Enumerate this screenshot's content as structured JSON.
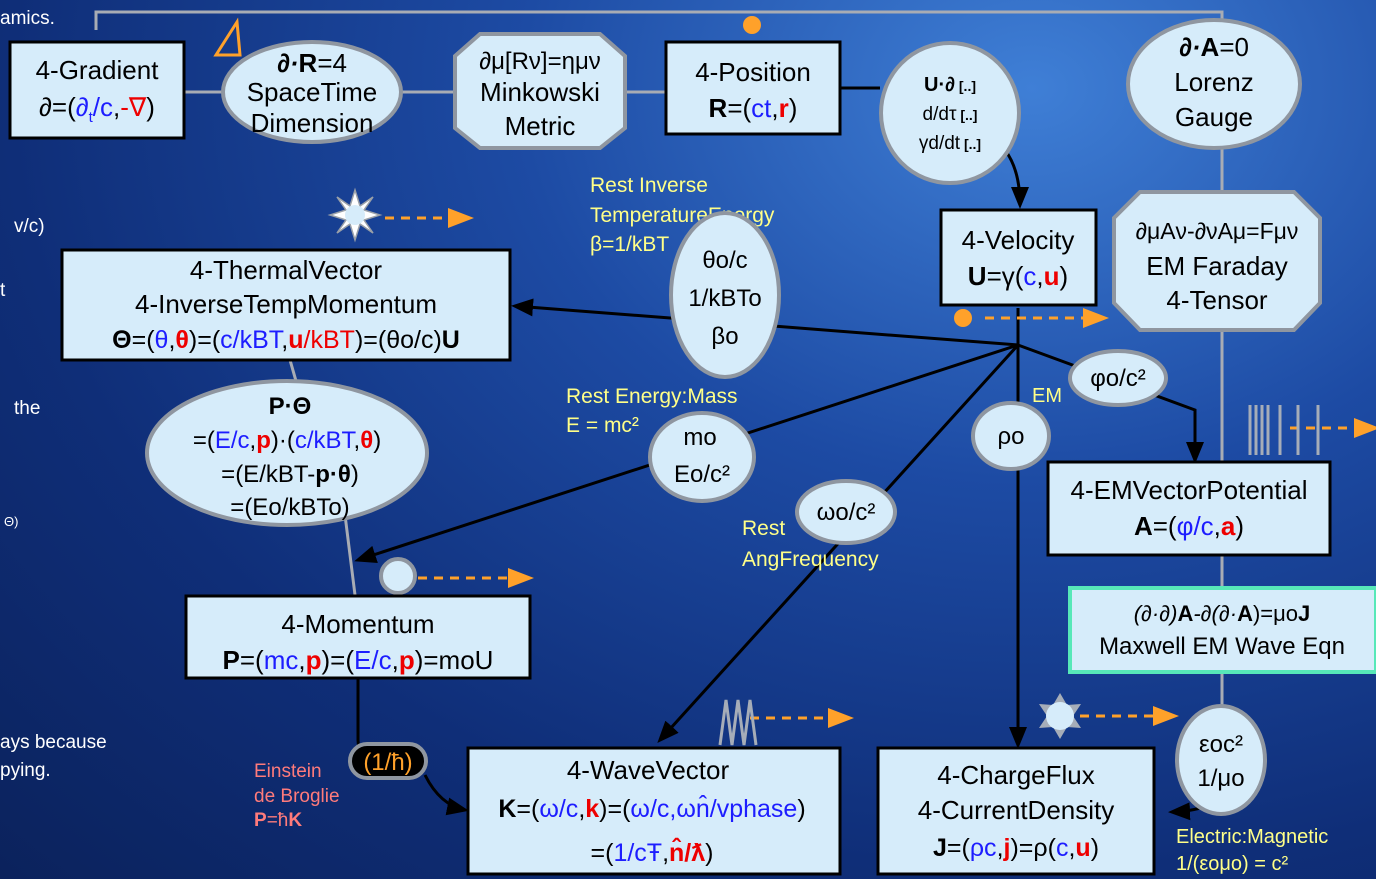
{
  "side_text": {
    "t1": "amics.",
    "t2": "v/c)",
    "t3": "t",
    "t4": "the",
    "t5": "Θ)",
    "t6": "ays because",
    "t7": "pying."
  },
  "gradient": {
    "l1": "4-Gradient",
    "l2a": "∂=(",
    "l2b": "∂",
    "l2c": "t",
    "l2d": "/c",
    "l2e": ",",
    "l2f": "-∇",
    "l2g": ")"
  },
  "spacetime": {
    "l1a": "∂·",
    "l1b": "R",
    "l1c": "=4",
    "l2": "SpaceTime",
    "l3": "Dimension"
  },
  "minkowski": {
    "l1": "∂μ[Rν]=ημν",
    "l2": "Minkowski",
    "l3": "Metric"
  },
  "position": {
    "l1": "4-Position",
    "l2a": "R",
    "l2b": "=(",
    "l2c": "ct",
    "l2d": ",",
    "l2e": "r",
    "l2f": ")"
  },
  "lorenz": {
    "l1a": "∂·",
    "l1b": "A",
    "l1c": "=0",
    "l2": "Lorenz",
    "l3": "Gauge"
  },
  "derivs": {
    "l1a": "U·∂",
    "l1b": " [..]",
    "l2a": "d/dτ",
    "l2b": " [..]",
    "l3a": "γd/dt",
    "l3b": " [..]"
  },
  "velocity": {
    "l1": "4-Velocity",
    "l2a": "U",
    "l2b": "=γ(",
    "l2c": "c",
    "l2d": ",",
    "l2e": "u",
    "l2f": ")"
  },
  "faraday": {
    "l1": "∂μAν-∂νAμ=Fμν",
    "l2": "EM Faraday",
    "l3": "4-Tensor"
  },
  "rest_inverse": {
    "l1": "Rest Inverse",
    "l2": "TemperatureEnergy",
    "l3": "β=1/kBT"
  },
  "theta_factor": {
    "l1": "θo/c",
    "l2": "1/kBTo",
    "l3": "βo"
  },
  "thermal": {
    "l1": "4-ThermalVector",
    "l2": "4-InverseTempMomentum",
    "l3": [
      "Θ",
      "=(",
      "θ",
      ",",
      "θ",
      ")=(",
      "c/kBT",
      ",",
      "u",
      "/kBT",
      ")=(θo/c)",
      "U"
    ]
  },
  "ptheta": {
    "l1": "P·Θ",
    "l2": [
      "=(",
      "E/c",
      ",",
      "p",
      ")·(",
      "c/kBT",
      ",",
      "θ",
      ")"
    ],
    "l3a": "=(E/kBT-",
    "l3b": "p·θ",
    "l3c": ")",
    "l4": "=(Eo/kBTo)"
  },
  "rest_energy": {
    "l1": "Rest Energy:Mass",
    "l2": "E = mc²"
  },
  "mass_factor": {
    "l1": "mo",
    "l2": "Eo/c²"
  },
  "em_label": "EM",
  "phi_factor": "φo/c²",
  "rho_factor": "ρo",
  "omega_factor": "ωo/c²",
  "rest_ang": {
    "l1": "Rest",
    "l2": "AngFrequency"
  },
  "emvector": {
    "l1": "4-EMVectorPotential",
    "l2a": "A",
    "l2b": "=(",
    "l2c": "φ/c",
    "l2d": ",",
    "l2e": "a",
    "l2f": ")"
  },
  "maxwell": {
    "l1a": "(∂·∂)",
    "l1b": "A",
    "l1c": "-∂(∂·",
    "l1d": "A",
    "l1e": ")=μo",
    "l1f": "J",
    "l2": "Maxwell EM Wave Eqn"
  },
  "momentum": {
    "l1": "4-Momentum",
    "l2": [
      "P",
      "=(",
      "mc",
      ",",
      "p",
      ")=(",
      "E/c",
      ",",
      "p",
      ")=moU"
    ]
  },
  "hbar_factor": "(1/ħ)",
  "einstein": {
    "l1": "Einstein",
    "l2": "de Broglie",
    "l3a": "P",
    "l3b": "=ħ",
    "l3c": "K"
  },
  "wavevector": {
    "l1": "4-WaveVector",
    "l2": [
      "K",
      "=(",
      "ω/c",
      ",",
      "k",
      ")=(",
      "ω/c,ωn̂/vphase",
      ")"
    ],
    "l3": [
      "=(",
      "1/cŦ",
      ",",
      "n̂/ƛ",
      ")"
    ]
  },
  "chargeflux": {
    "l1": "4-ChargeFlux",
    "l2": "4-CurrentDensity",
    "l3": [
      "J",
      "=(",
      "ρc",
      ",",
      "j",
      ")=ρ(",
      "c",
      ",",
      "u",
      ")"
    ]
  },
  "eps_factor": {
    "l1": "εoc²",
    "l2": "1/μo"
  },
  "elec_mag": {
    "l1": "Electric:Magnetic",
    "l2": "1/(εoμo) = c²"
  },
  "colors": {
    "box_fill": "#d6ecfa",
    "blue": "#1d1dff",
    "red": "#ee0000",
    "yellow": "#ffff88",
    "orange": "#ffa12a",
    "salmon": "#ff7b7b",
    "teal": "#57e8b8"
  }
}
